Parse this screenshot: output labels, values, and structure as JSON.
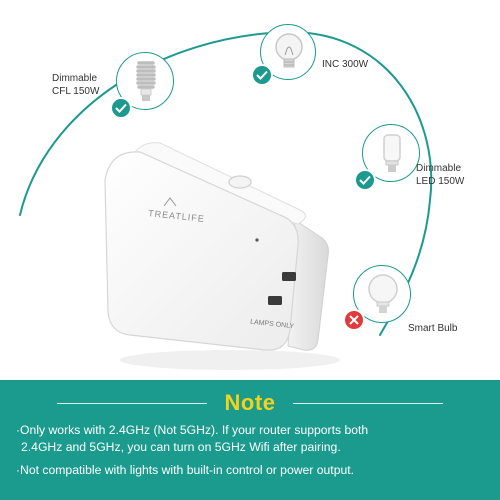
{
  "bulbs": {
    "cfl": {
      "label_line1": "Dimmable",
      "label_line2": "CFL 150W",
      "status": "compatible"
    },
    "inc": {
      "label": "INC 300W",
      "status": "compatible"
    },
    "led": {
      "label_line1": "Dimmable",
      "label_line2": "LED 150W",
      "status": "compatible"
    },
    "smart": {
      "label": "Smart Bulb",
      "status": "not-compatible"
    }
  },
  "device": {
    "brand": "TREATLIFE",
    "port_label": "LAMPS ONLY"
  },
  "note": {
    "title": "Note",
    "items": [
      {
        "line1": "·Only works with 2.4GHz (Not 5GHz). If your router supports both",
        "line2": "2.4GHz and 5GHz, you can turn on 5GHz Wifi after pairing."
      },
      {
        "line1": "·Not compatible with lights with built-in control or power output."
      }
    ]
  },
  "colors": {
    "teal": "#1c9a90",
    "panel": "#1a9b8e",
    "note_title": "#f5d21a",
    "error": "#e23a3a"
  }
}
